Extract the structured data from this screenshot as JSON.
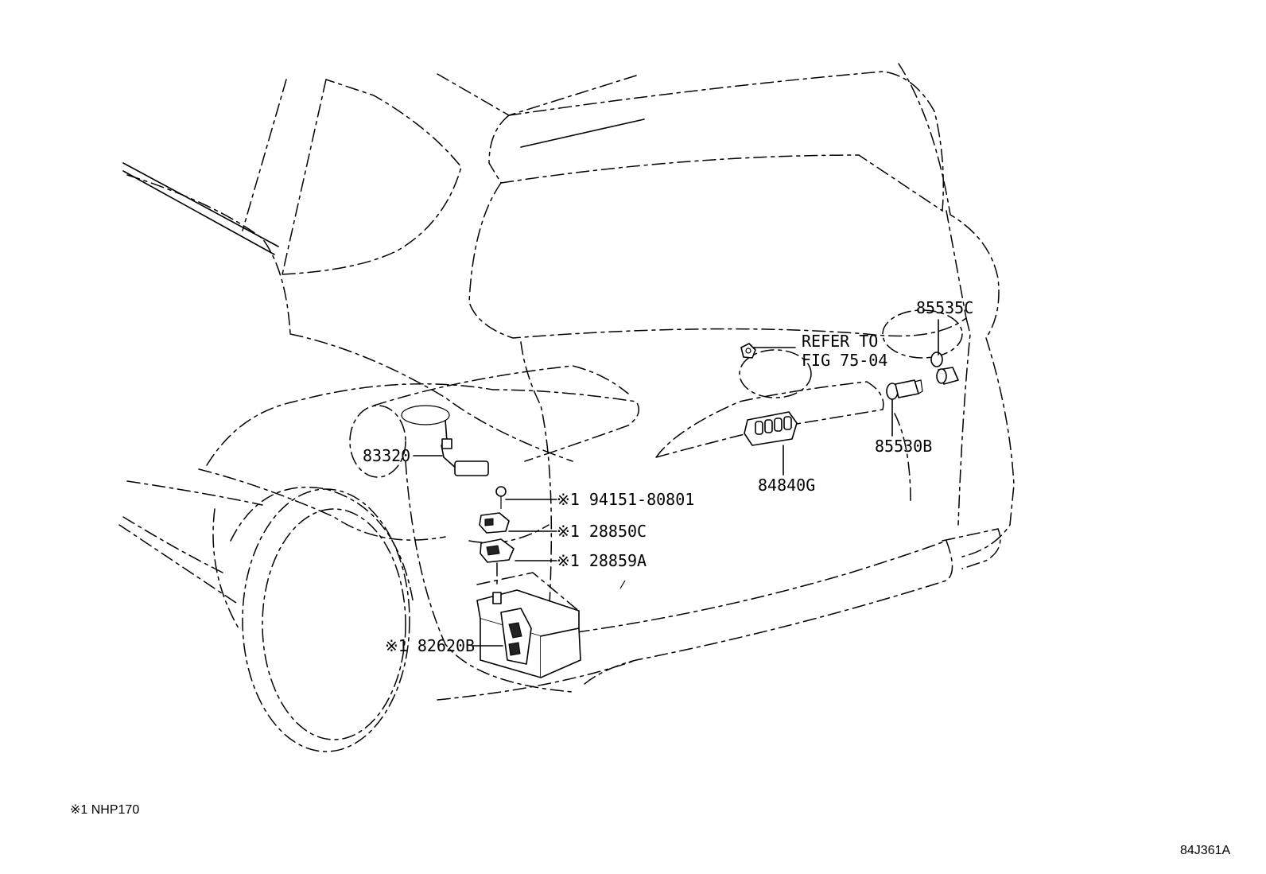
{
  "callouts": [
    {
      "id": "833",
      "text": "83320"
    },
    {
      "id": "194",
      "text": "※1 94151-80801"
    },
    {
      "id": "288c",
      "text": "※1 28850C"
    },
    {
      "id": "288a",
      "text": "※1 28859A"
    },
    {
      "id": "826",
      "text": "※1 82620B"
    },
    {
      "id": "848",
      "text": "84840G"
    },
    {
      "id": "855b",
      "text": "85530B"
    },
    {
      "id": "855c",
      "text": "85535C"
    }
  ],
  "refer": {
    "line1": "REFER TO",
    "line2": "FIG 75-04"
  },
  "footnote": "※1 NHP170",
  "figure_id": "84J361A"
}
